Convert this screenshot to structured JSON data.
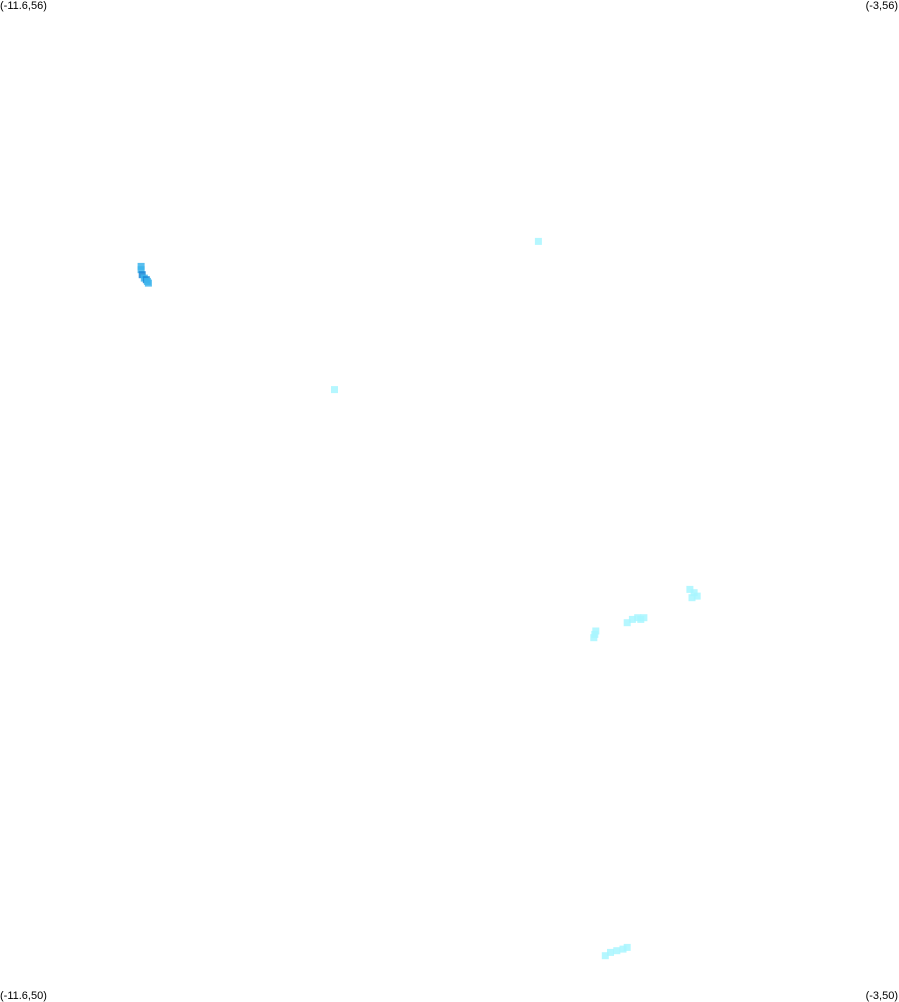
{
  "map": {
    "corner_labels": {
      "top_left": "(-11.6,56)",
      "top_right": "(-3,56)",
      "bottom_left": "(-11.6,50)",
      "bottom_right": "(-3,50)"
    },
    "extent": {
      "lon_min": -11.6,
      "lon_max": -3,
      "lat_min": 50,
      "lat_max": 56
    },
    "colors": {
      "background": "#ffffff",
      "light_cyan": "#a8f6ff",
      "mid_blue": "#3db4ec",
      "deep_blue": "#1a86d6"
    },
    "clusters": [
      {
        "name": "west-blue-cluster",
        "points": [
          {
            "lon": -10.25,
            "lat": 54.4,
            "color": "mid_blue"
          },
          {
            "lon": -10.25,
            "lat": 54.38,
            "color": "mid_blue"
          },
          {
            "lon": -10.24,
            "lat": 54.35,
            "color": "deep_blue"
          },
          {
            "lon": -10.22,
            "lat": 54.33,
            "color": "mid_blue"
          },
          {
            "lon": -10.2,
            "lat": 54.32,
            "color": "deep_blue"
          },
          {
            "lon": -10.19,
            "lat": 54.31,
            "color": "mid_blue"
          },
          {
            "lon": -10.18,
            "lat": 54.3,
            "color": "mid_blue"
          }
        ]
      },
      {
        "name": "north-cyan-point",
        "points": [
          {
            "lon": -6.45,
            "lat": 54.55,
            "color": "light_cyan"
          }
        ]
      },
      {
        "name": "central-cyan-point",
        "points": [
          {
            "lon": -8.4,
            "lat": 53.66,
            "color": "light_cyan"
          }
        ]
      },
      {
        "name": "southeast-cyan-cluster-a",
        "points": [
          {
            "lon": -5.9,
            "lat": 52.21,
            "color": "light_cyan"
          },
          {
            "lon": -5.91,
            "lat": 52.19,
            "color": "light_cyan"
          },
          {
            "lon": -5.92,
            "lat": 52.17,
            "color": "light_cyan"
          }
        ]
      },
      {
        "name": "southeast-cyan-cluster-b",
        "points": [
          {
            "lon": -5.6,
            "lat": 52.26,
            "color": "light_cyan"
          },
          {
            "lon": -5.55,
            "lat": 52.28,
            "color": "light_cyan"
          },
          {
            "lon": -5.5,
            "lat": 52.29,
            "color": "light_cyan"
          },
          {
            "lon": -5.47,
            "lat": 52.28,
            "color": "light_cyan"
          },
          {
            "lon": -5.44,
            "lat": 52.29,
            "color": "light_cyan"
          }
        ]
      },
      {
        "name": "southeast-cyan-cluster-c",
        "points": [
          {
            "lon": -5.0,
            "lat": 52.46,
            "color": "light_cyan"
          },
          {
            "lon": -4.96,
            "lat": 52.44,
            "color": "light_cyan"
          },
          {
            "lon": -4.93,
            "lat": 52.42,
            "color": "light_cyan"
          },
          {
            "lon": -4.98,
            "lat": 52.41,
            "color": "light_cyan"
          }
        ]
      },
      {
        "name": "south-cyan-cluster",
        "points": [
          {
            "lon": -5.81,
            "lat": 50.26,
            "color": "light_cyan"
          },
          {
            "lon": -5.76,
            "lat": 50.28,
            "color": "light_cyan"
          },
          {
            "lon": -5.7,
            "lat": 50.29,
            "color": "light_cyan"
          },
          {
            "lon": -5.64,
            "lat": 50.3,
            "color": "light_cyan"
          },
          {
            "lon": -5.6,
            "lat": 50.31,
            "color": "light_cyan"
          }
        ]
      }
    ]
  }
}
